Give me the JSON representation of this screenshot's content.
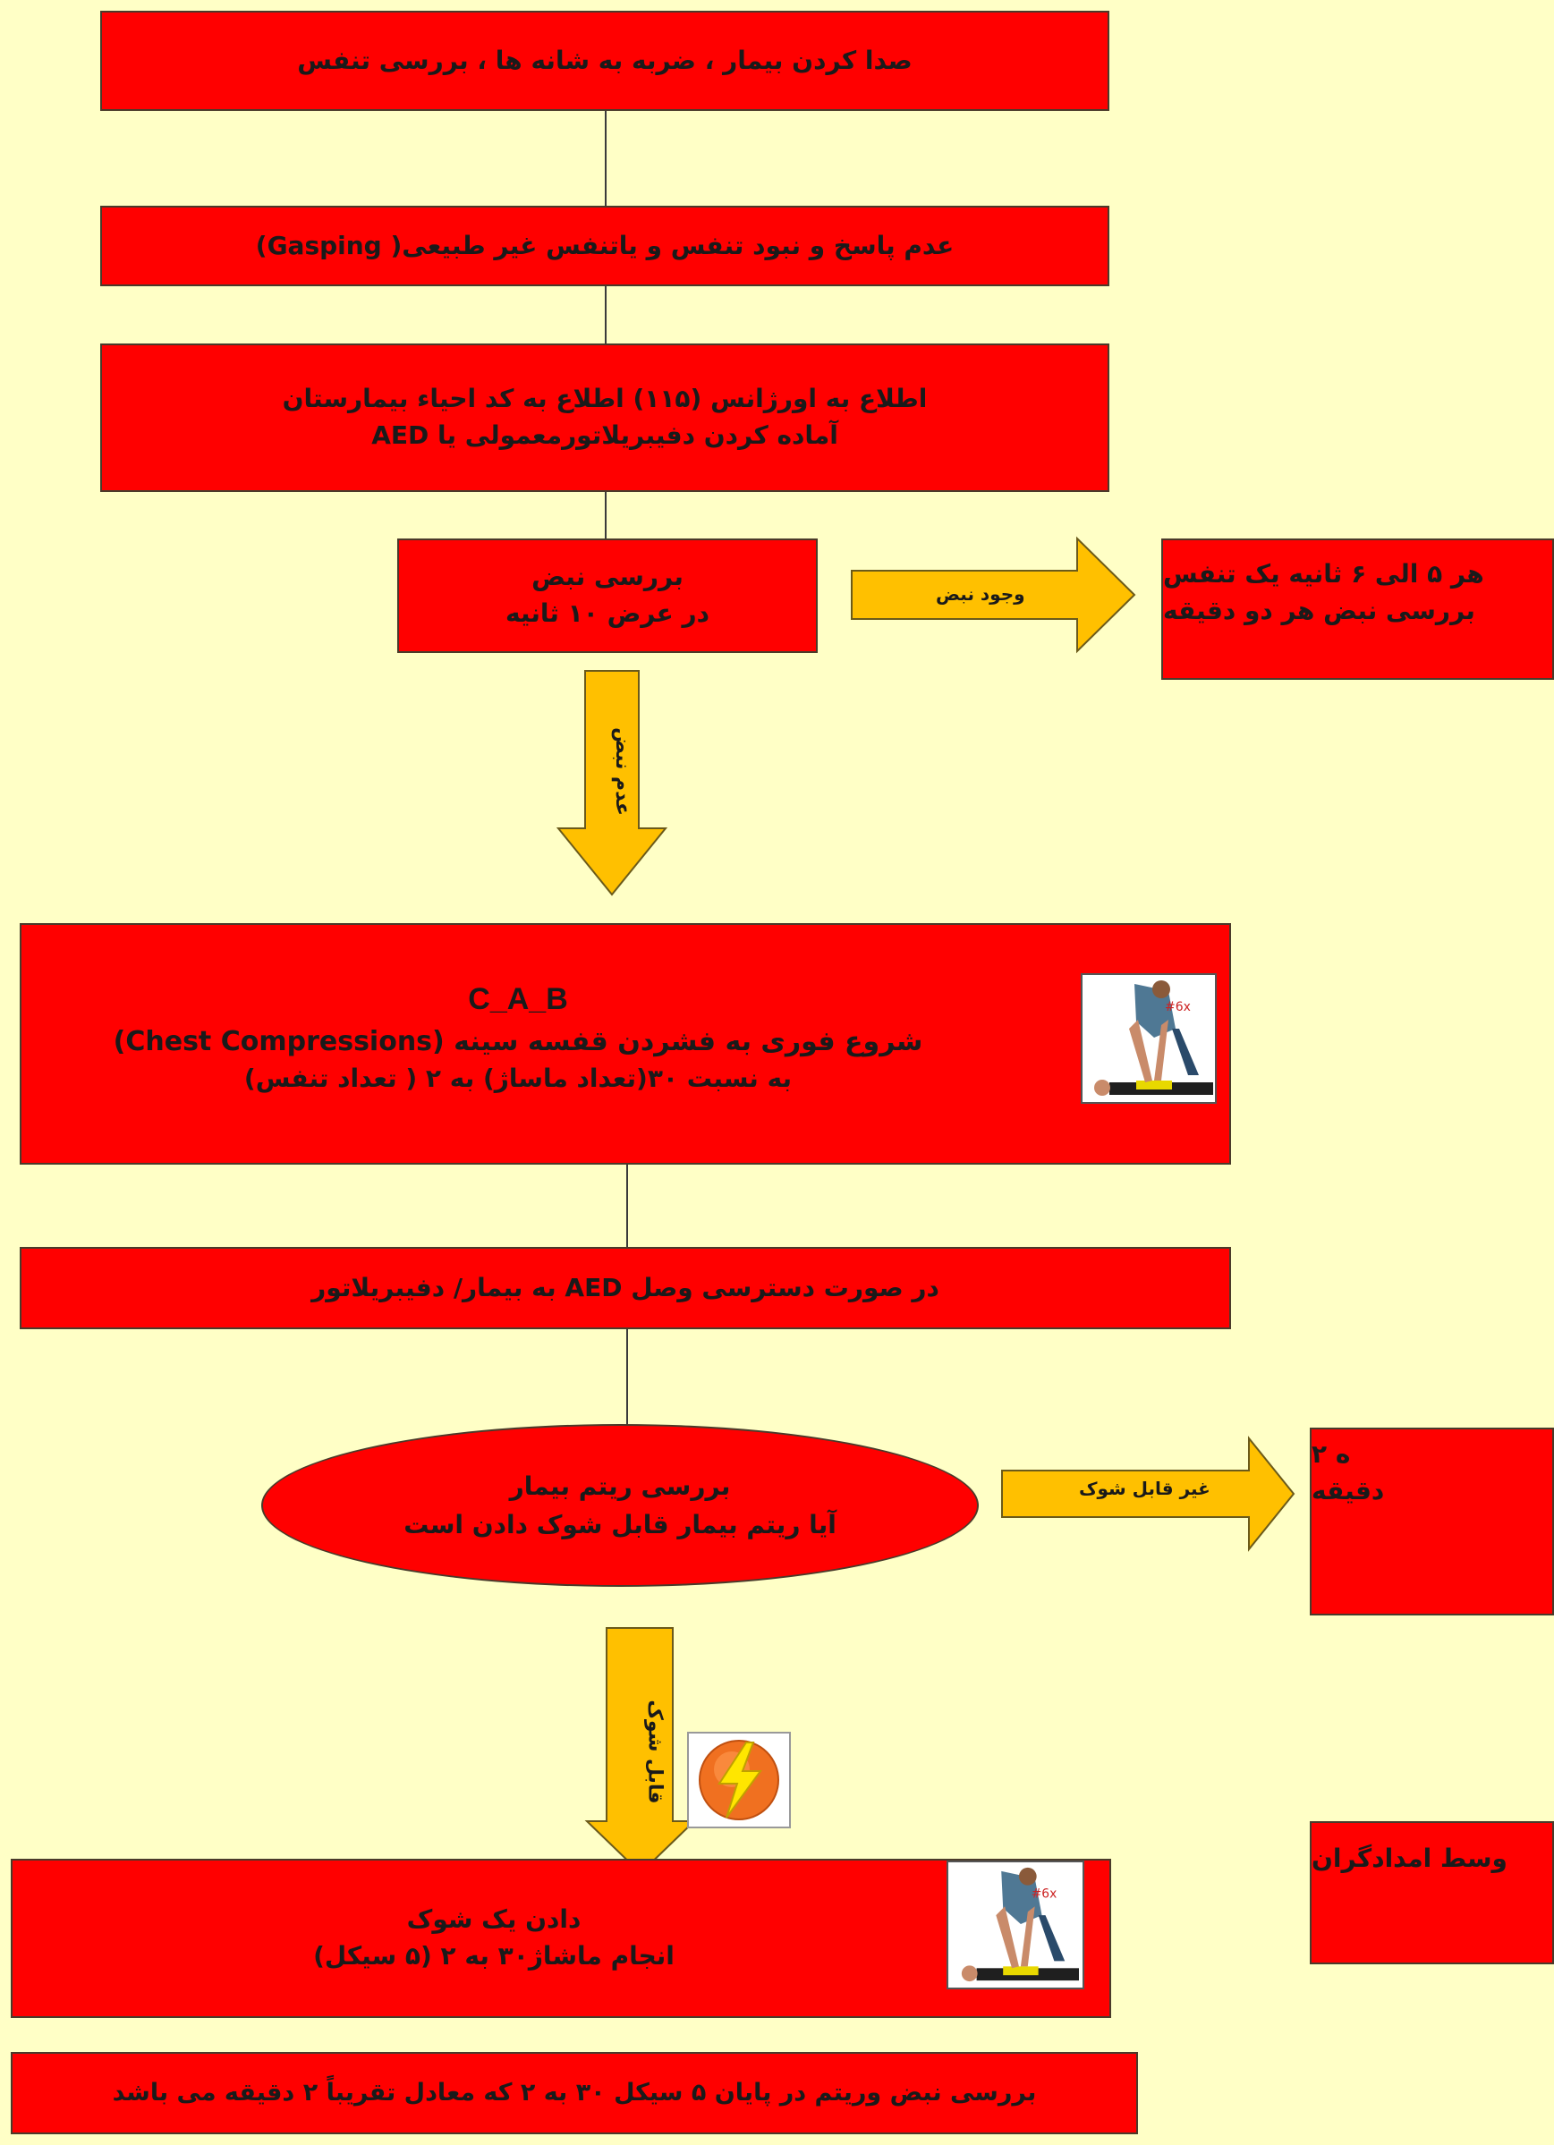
{
  "boxes": {
    "step1": "صدا کردن بیمار ، ضربه به شانه ها ، بررسی تنفس",
    "step2": "عدم پاسخ و نبود تنفس و یاتنفس غیر طبیعی( Gasping)",
    "step3_line1": "اطلاع به اورژانس (۱۱۵) اطلاع به کد احیاء بیمارستان",
    "step3_line2": "آماده کردن دفیبریلاتورمعمولی یا AED",
    "pulse_line1": "بررسی نبض",
    "pulse_line2": "در عرض ۱۰ ثانیه",
    "pulse_yes_line1": "هر ۵ الی ۶ ثانیه یک تنفس",
    "pulse_yes_line2": "بررسی نبض هر دو دقیقه",
    "cab_title": "C_A_B",
    "cab_line1": "شروع  فوری به فشردن قفسه سینه  (Chest Compressions)",
    "cab_line2": "به نسبت ۳۰(تعداد ماساژ) به ۲ ( تعداد تنفس)",
    "aed": "در صورت دسترسی وصل AED به بیمار/ دفیبریلاتور",
    "rhythm_line1": "بررسی ریتم بیمار",
    "rhythm_line2": "آیا ریتم بیمار قابل شوک دادن است",
    "nonshock_line1": "ه ۲",
    "nonshock_line2": "دقیقه",
    "shock_line1": "دادن یک شوک",
    "shock_line2": "انجام ماشاژ۳۰ به ۲ (۵ سیکل)",
    "rescuers": "وسط امدادگران",
    "final": "بررسی نبض وریتم در پایان ۵ سیکل ۳۰ به ۲ که معادل تقریباً ۲ دقیقه می باشد"
  },
  "arrows": {
    "pulse_present": "وجود نبض",
    "no_pulse": "عدم نبض",
    "not_shockable": "غیر قابل شوک",
    "shockable": "قابل شوک"
  },
  "colors": {
    "background": "#ffffc6",
    "box": "#ff0000",
    "arrow": "#ffc000"
  }
}
